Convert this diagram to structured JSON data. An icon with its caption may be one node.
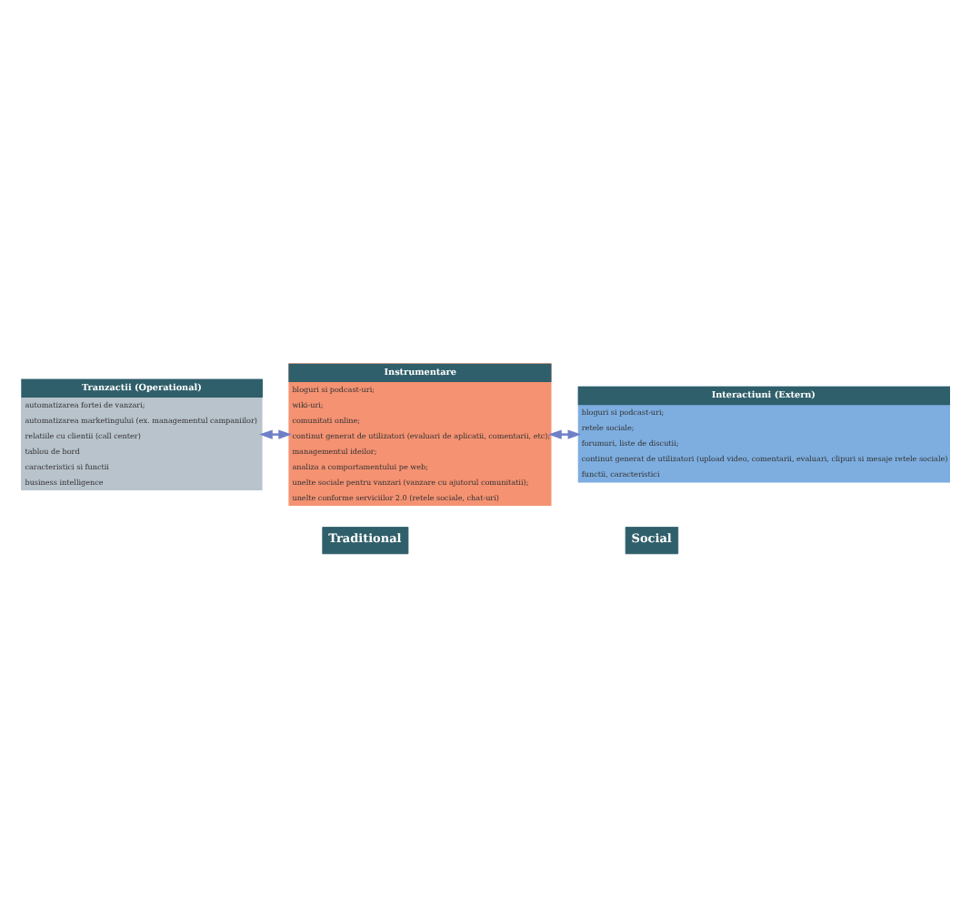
{
  "diagram": {
    "nodes": [
      {
        "text": [
          "Tranzactii (Operational)",
          "automatizarea fortei de vanzari;",
          "automatizarea marketingului (ex. managementul campaniilor)",
          "relatiile cu clientii (call center)",
          "tablou de bord",
          "caracteristici si functii",
          "business intelligence"
        ]
      },
      {
        "text": [
          "Instrumentare",
          "bloguri si podcast-uri;",
          "wiki-uri;",
          "comunitati online;",
          "continut generat de utilizatori (evaluari de aplicatii, comentarii, etc);",
          "managementul ideilor;",
          "analiza a comportamentului pe web;",
          "unelte sociale pentru vanzari (vanzare cu ajutorul comunitatii);",
          "unelte conforme serviciilor 2.0 (retele sociale, chat-uri)"
        ]
      },
      {
        "text": [
          "Interactiuni (Extern)",
          "bloguri si podcast-uri;",
          "retele sociale;",
          "forumuri, liste de discutii;",
          "continut generat de utilizatori (upload video, comentarii, evaluari, clipuri si mesaje retele sociale)",
          "functii, caracteristici"
        ]
      }
    ],
    "edges": [
      {
        "from": 1,
        "to": 0,
        "arrow": "both"
      },
      {
        "from": 1,
        "to": 2,
        "arrow": "both"
      }
    ],
    "labels": [
      "Traditional",
      "Social"
    ]
  }
}
